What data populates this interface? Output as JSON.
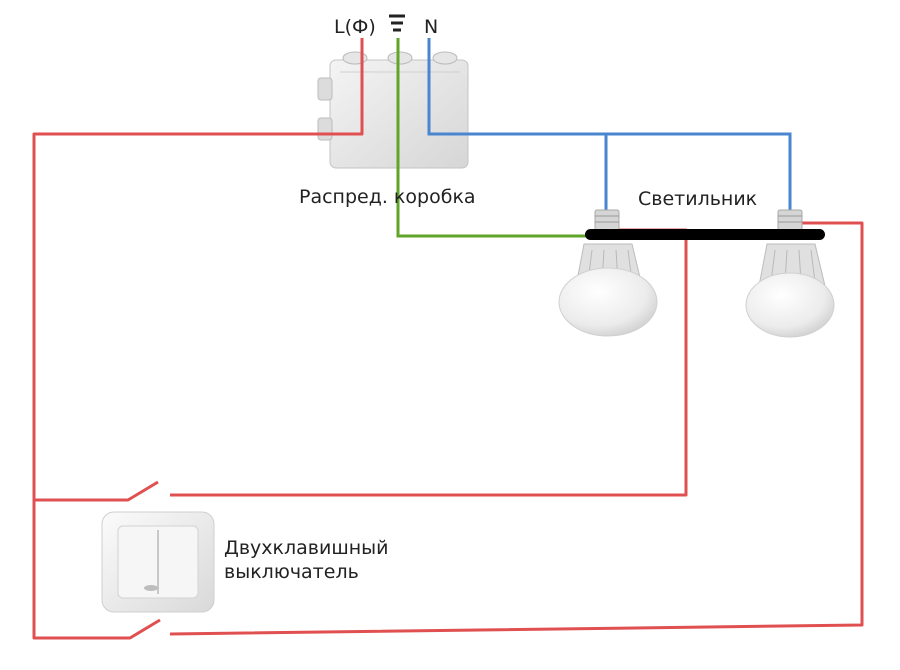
{
  "labels": {
    "phase": "L(Ф)",
    "neutral": "N",
    "junction_box": "Распред. коробка",
    "lamp": "Светильник",
    "switch_line1": "Двухклавишный",
    "switch_line2": "выключатель"
  },
  "icons": {
    "ground": "ground-icon",
    "junction_box": "junction-box-icon",
    "lamp": "led-bulb-icon",
    "switch": "double-rocker-switch-icon"
  },
  "colors": {
    "phase_wire": "#e05050",
    "neutral_wire": "#4a86cf",
    "ground_wire": "#5fa52a",
    "lamp_bar": "#000000"
  }
}
